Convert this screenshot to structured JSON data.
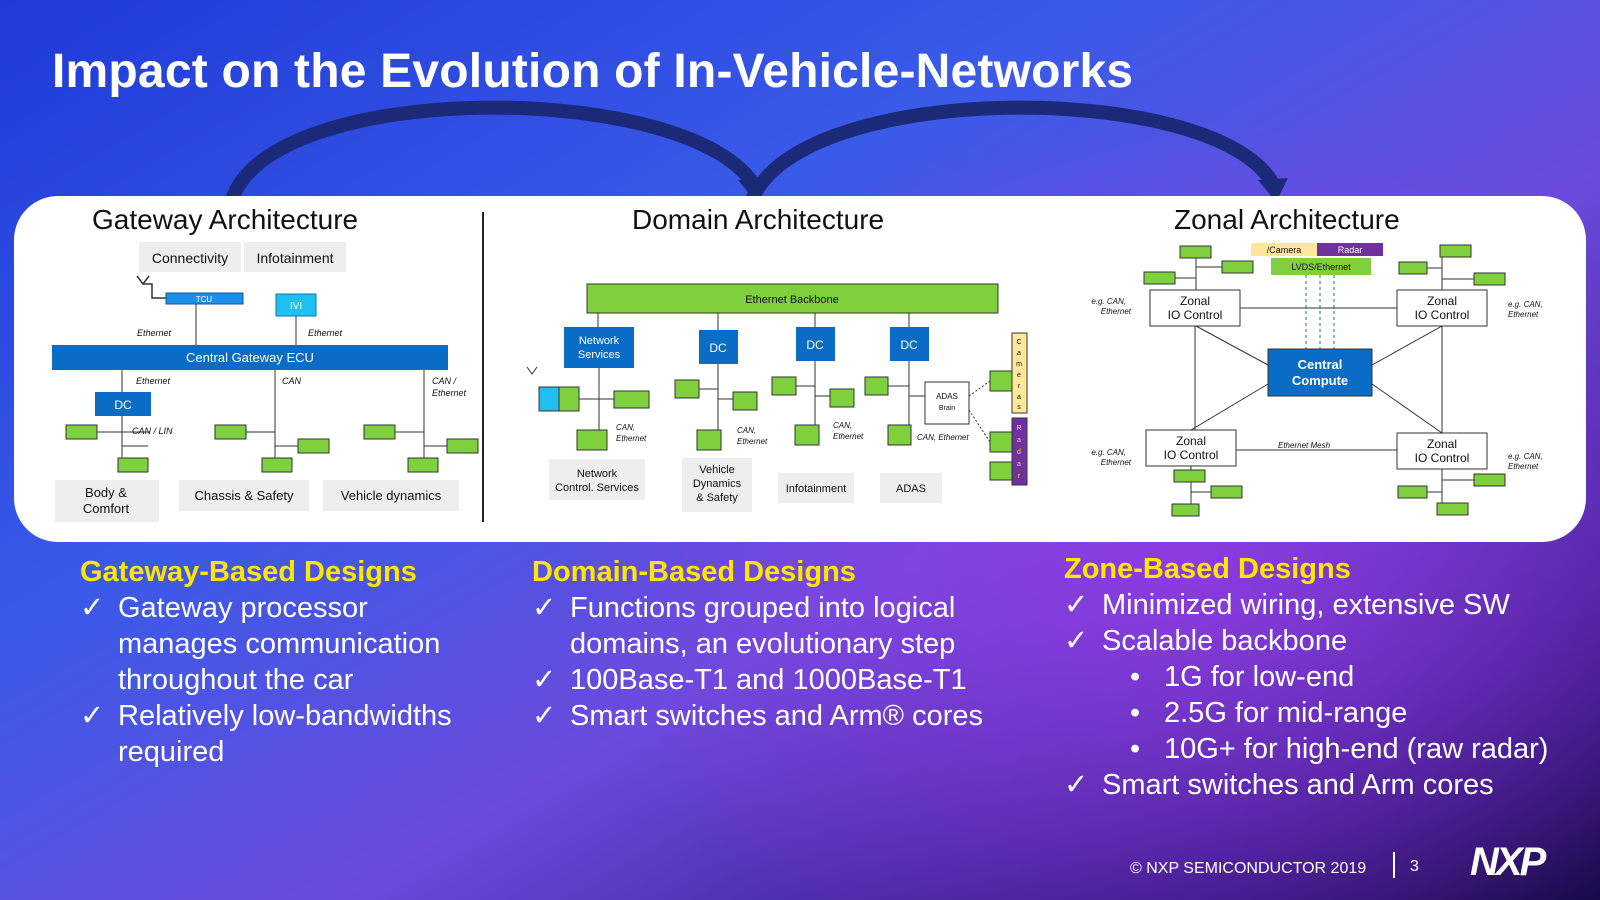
{
  "title": "Impact on the Evolution of In-Vehicle-Networks",
  "gateway": {
    "title": "Gateway Architecture",
    "connectivity": "Connectivity",
    "infotainment": "Infotainment",
    "tcu": "TCU",
    "ivi": "IVI",
    "ethernet_l": "Ethernet",
    "ethernet_r": "Ethernet",
    "ecu": "Central Gateway ECU",
    "ethernet_dc": "Ethernet",
    "can": "CAN",
    "can_eth": "CAN /\nEthernet",
    "dc": "DC",
    "can_lin": "CAN / LIN",
    "body": "Body &\nComfort",
    "chassis": "Chassis & Safety",
    "vehicle": "Vehicle dynamics"
  },
  "domain": {
    "title": "Domain Architecture",
    "backbone": "Ethernet Backbone",
    "network_services": "Network\nServices",
    "dc1": "DC",
    "dc2": "DC",
    "dc3": "DC",
    "can_eth1": "CAN,\nEthernet",
    "can_eth2": "CAN,\nEthernet",
    "can_eth3": "CAN,\nEthernet",
    "can_eth4": "CAN, Ethernet",
    "adas_brain": "ADAS\nBrain",
    "cameras": "Cameras",
    "radar": "Radar",
    "label_ncs": "Network\nControl. Services",
    "label_vds": "Vehicle\nDynamics\n& Safety",
    "label_info": "Infotainment",
    "label_adas": "ADAS"
  },
  "zonal": {
    "title": "Zonal Architecture",
    "camera": "/Camera",
    "radar": "Radar",
    "lvds": "LVDS/Ethernet",
    "zone_tl": "Zonal\nIO Control",
    "zone_tr": "Zonal\nIO Control",
    "zone_bl": "Zonal\nIO Control",
    "zone_br": "Zonal\nIO Control",
    "compute": "Central\nCompute",
    "eg_tl": "e.g. CAN,\nEthernet",
    "eg_tr": "e.g. CAN,\nEthernet",
    "eg_bl": "e.g. CAN,\nEthernet",
    "eg_br": "e.g. CAN,\nEthernet",
    "mesh": "Ethernet Mesh"
  },
  "designs": {
    "check": "✓",
    "bullet": "•",
    "gateway": {
      "heading": "Gateway-Based Designs",
      "items": [
        "Gateway processor manages communication throughout the car",
        "Relatively low-bandwidths required"
      ]
    },
    "domain": {
      "heading": "Domain-Based Designs",
      "items": [
        "Functions grouped into logical domains, an evolutionary step",
        "100Base-T1 and 1000Base-T1",
        "Smart switches and Arm® cores"
      ]
    },
    "zone": {
      "heading": "Zone-Based Designs",
      "items": [
        "Minimized wiring, extensive SW",
        "Scalable backbone"
      ],
      "sub_items": [
        "1G for low-end",
        "2.5G for mid-range",
        "10G+ for high-end (raw radar)"
      ],
      "last_item": "Smart switches and Arm cores"
    }
  },
  "footer": {
    "copyright": "© NXP SEMICONDUCTOR 2019",
    "page": "3",
    "logo": "NXP"
  },
  "colors": {
    "blue_box": "#0a6cc4",
    "green_box": "#7ed03c",
    "heading_yellow": "#ffe600",
    "arrow": "#1a2a78"
  }
}
